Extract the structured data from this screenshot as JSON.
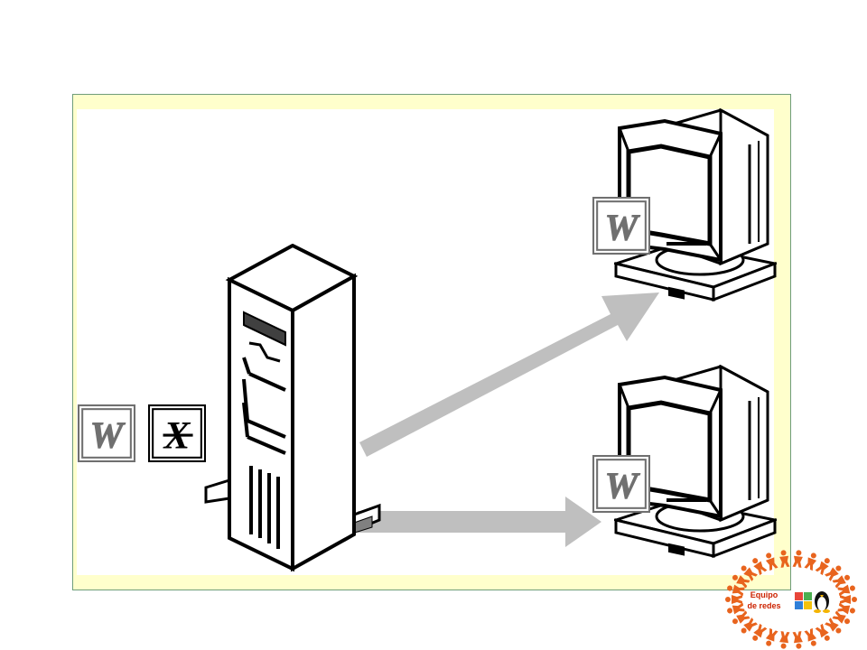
{
  "diagram": {
    "source": {
      "name": "server",
      "files": [
        "word-document",
        "excel-document"
      ]
    },
    "targets": [
      {
        "name": "client-computer-top",
        "file": "word-document"
      },
      {
        "name": "client-computer-bottom",
        "file": "word-document"
      }
    ],
    "edges": [
      {
        "from": "server",
        "to": "client-computer-top"
      },
      {
        "from": "server",
        "to": "client-computer-bottom"
      }
    ],
    "icons": {
      "word": {
        "glyph": "W",
        "name": "word-document-icon"
      },
      "excel": {
        "glyph": "X",
        "name": "excel-document-icon"
      }
    },
    "colors": {
      "panel_fill": "#ffffcc",
      "panel_border": "#6f9d7a",
      "arrow": "#bfbfbf",
      "line": "#000000"
    }
  },
  "logo": {
    "line1": "Equipo",
    "line2": "de redes",
    "colors": {
      "figures": "#e8641e",
      "text": "#cc2200"
    }
  }
}
